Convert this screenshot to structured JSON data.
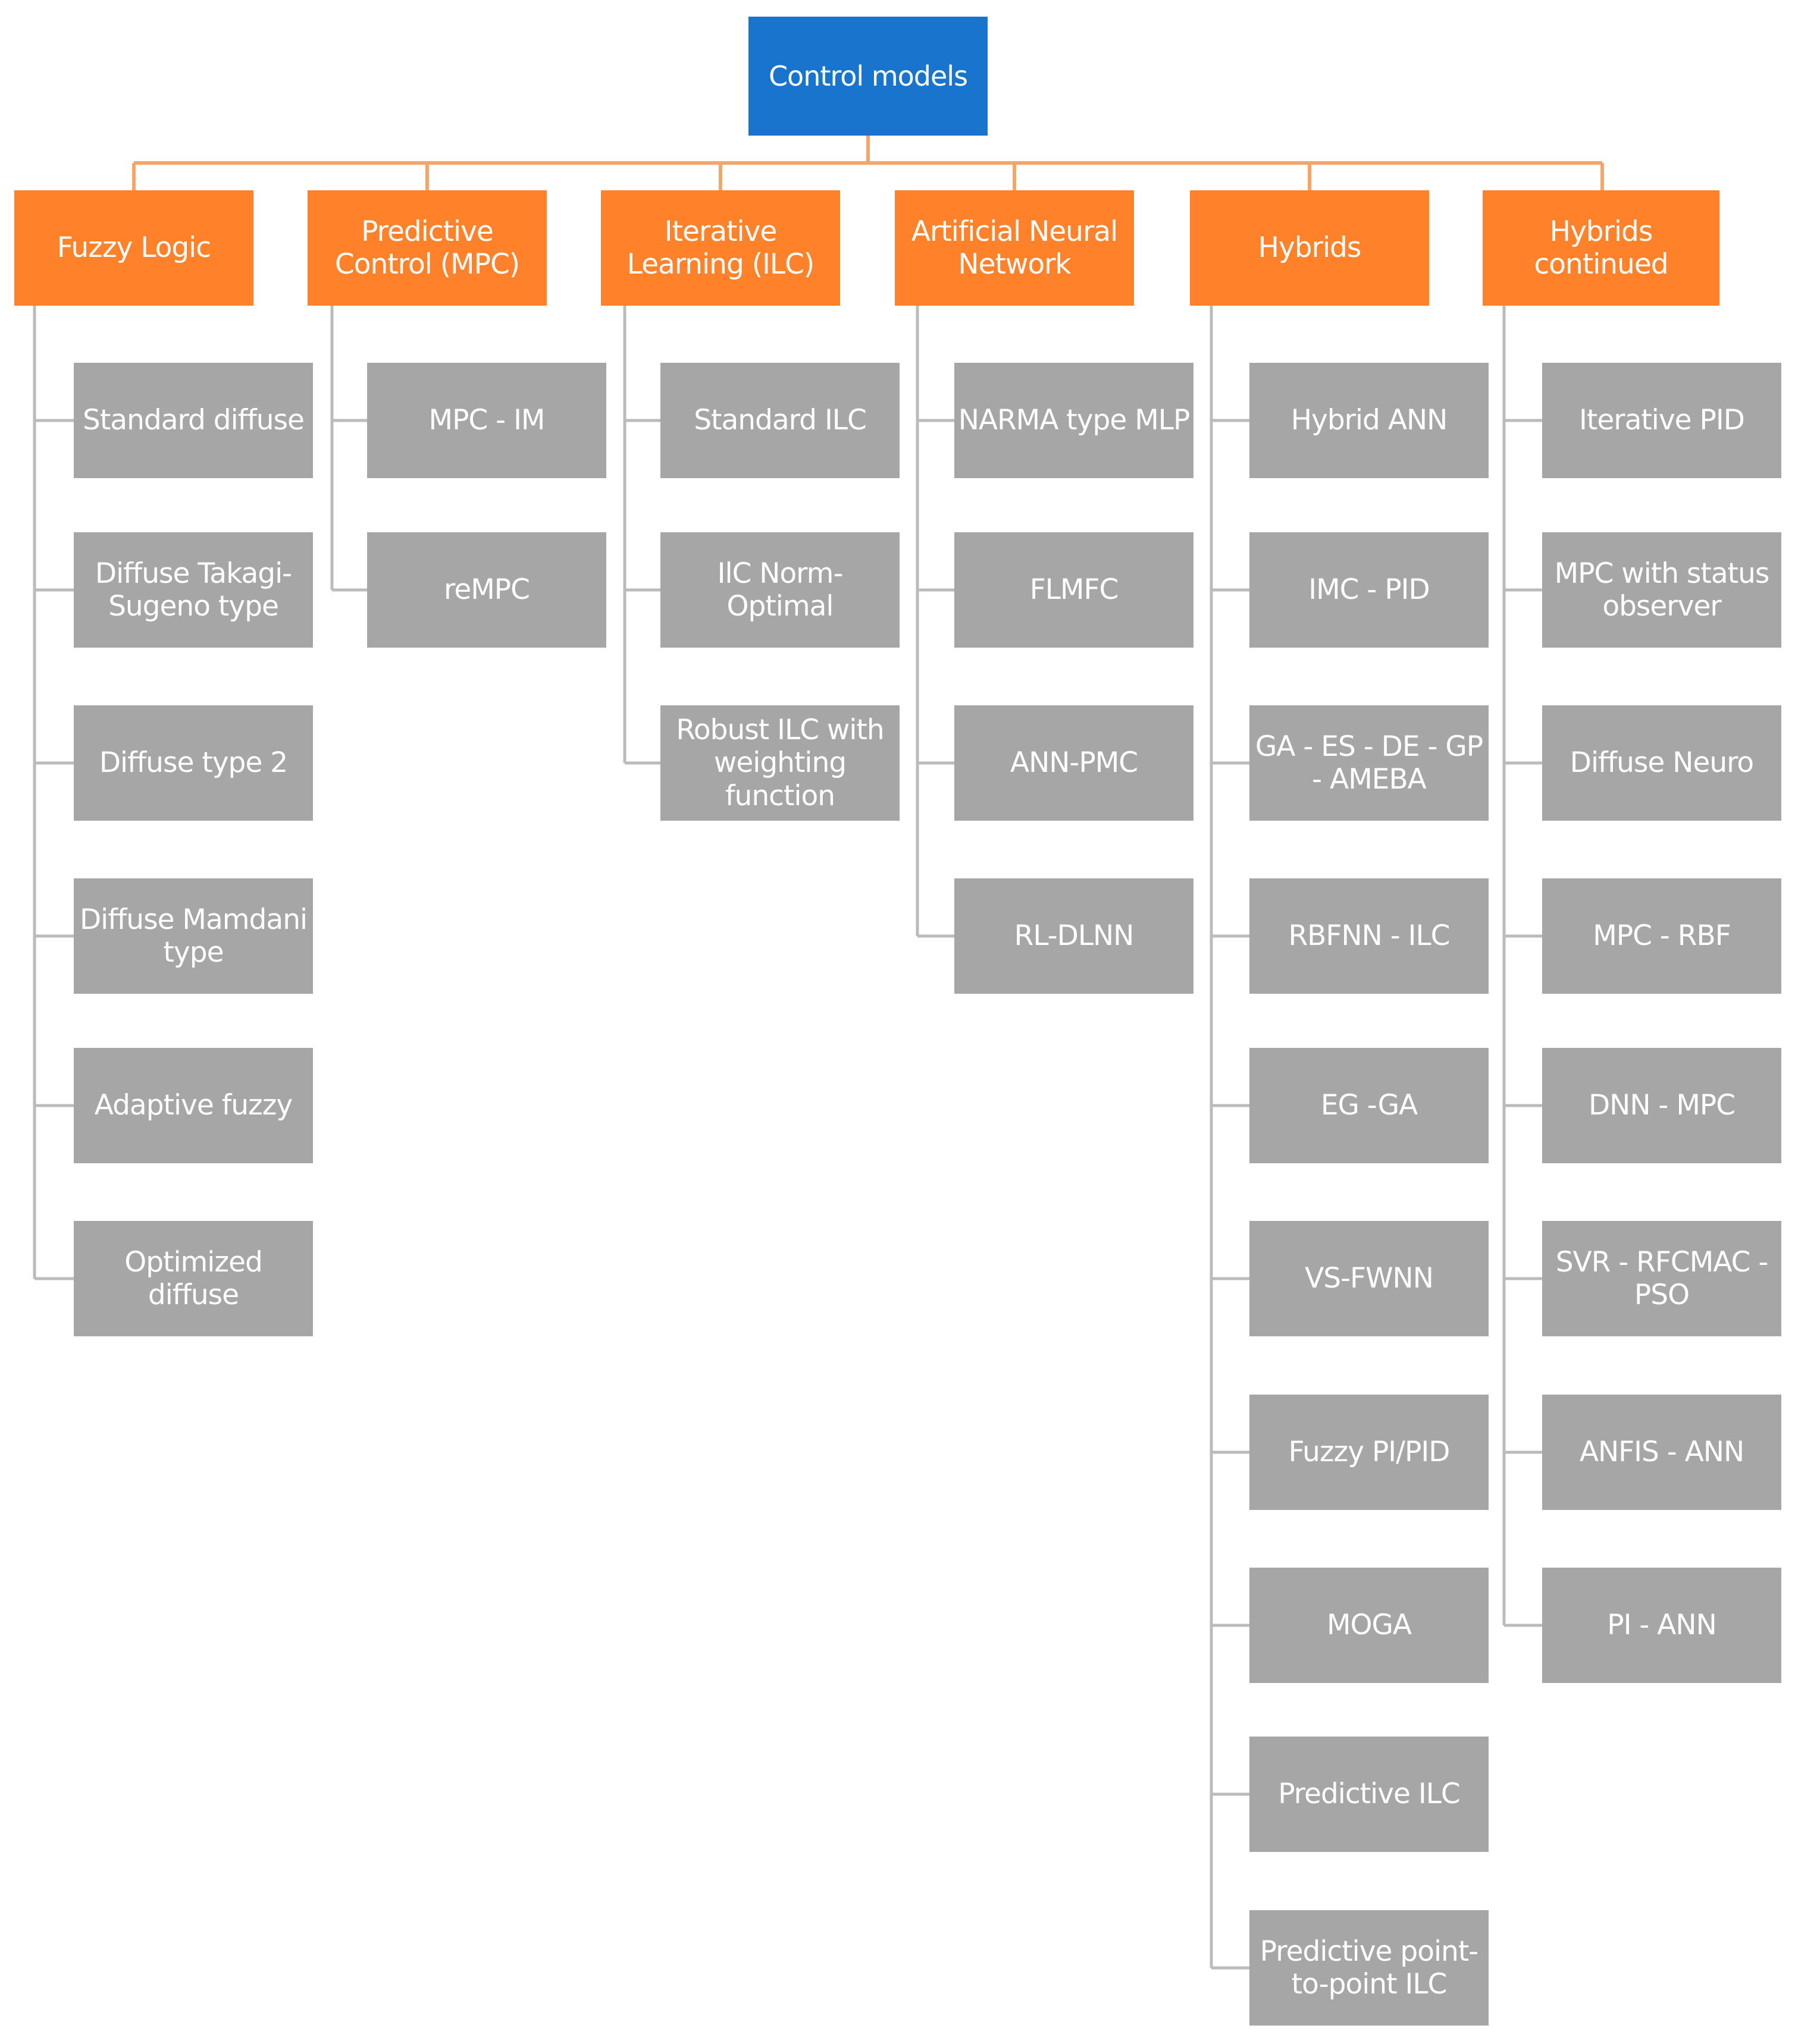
{
  "colors": {
    "root": "#1874CD",
    "category": "#FF822B",
    "leaf": "#A6A6A6",
    "category_connector": "#F6A468",
    "leaf_connector": "#BBBBBB",
    "text": "#FFFFFF"
  },
  "root": {
    "label": "Control models"
  },
  "categories": [
    {
      "label": "Fuzzy Logic",
      "items": [
        "Standard diffuse",
        "Diffuse Takagi-Sugeno type",
        "Diffuse type 2",
        "Diffuse Mamdani type",
        "Adaptive fuzzy",
        "Optimized diffuse"
      ]
    },
    {
      "label": "Predictive Control (MPC)",
      "items": [
        "MPC - IM",
        "reMPC"
      ]
    },
    {
      "label": "Iterative Learning (ILC)",
      "items": [
        "Standard ILC",
        "IlC Norm-Optimal",
        "Robust ILC with weighting function"
      ]
    },
    {
      "label": "Artificial Neural Network",
      "items": [
        "NARMA type MLP",
        "FLMFC",
        "ANN-PMC",
        "RL-DLNN"
      ]
    },
    {
      "label": "Hybrids",
      "items": [
        "Hybrid ANN",
        "IMC - PID",
        "GA - ES - DE - GP - AMEBA",
        "RBFNN - ILC",
        "EG -GA",
        "VS-FWNN",
        "Fuzzy PI/PID",
        "MOGA",
        "Predictive ILC",
        "Predictive point-to-point ILC"
      ]
    },
    {
      "label": "Hybrids continued",
      "items": [
        "Iterative PID",
        "MPC with status observer",
        "Diffuse Neuro",
        "MPC - RBF",
        "DNN - MPC",
        "SVR - RFCMAC - PSO",
        "ANFIS - ANN",
        "PI - ANN"
      ]
    }
  ]
}
